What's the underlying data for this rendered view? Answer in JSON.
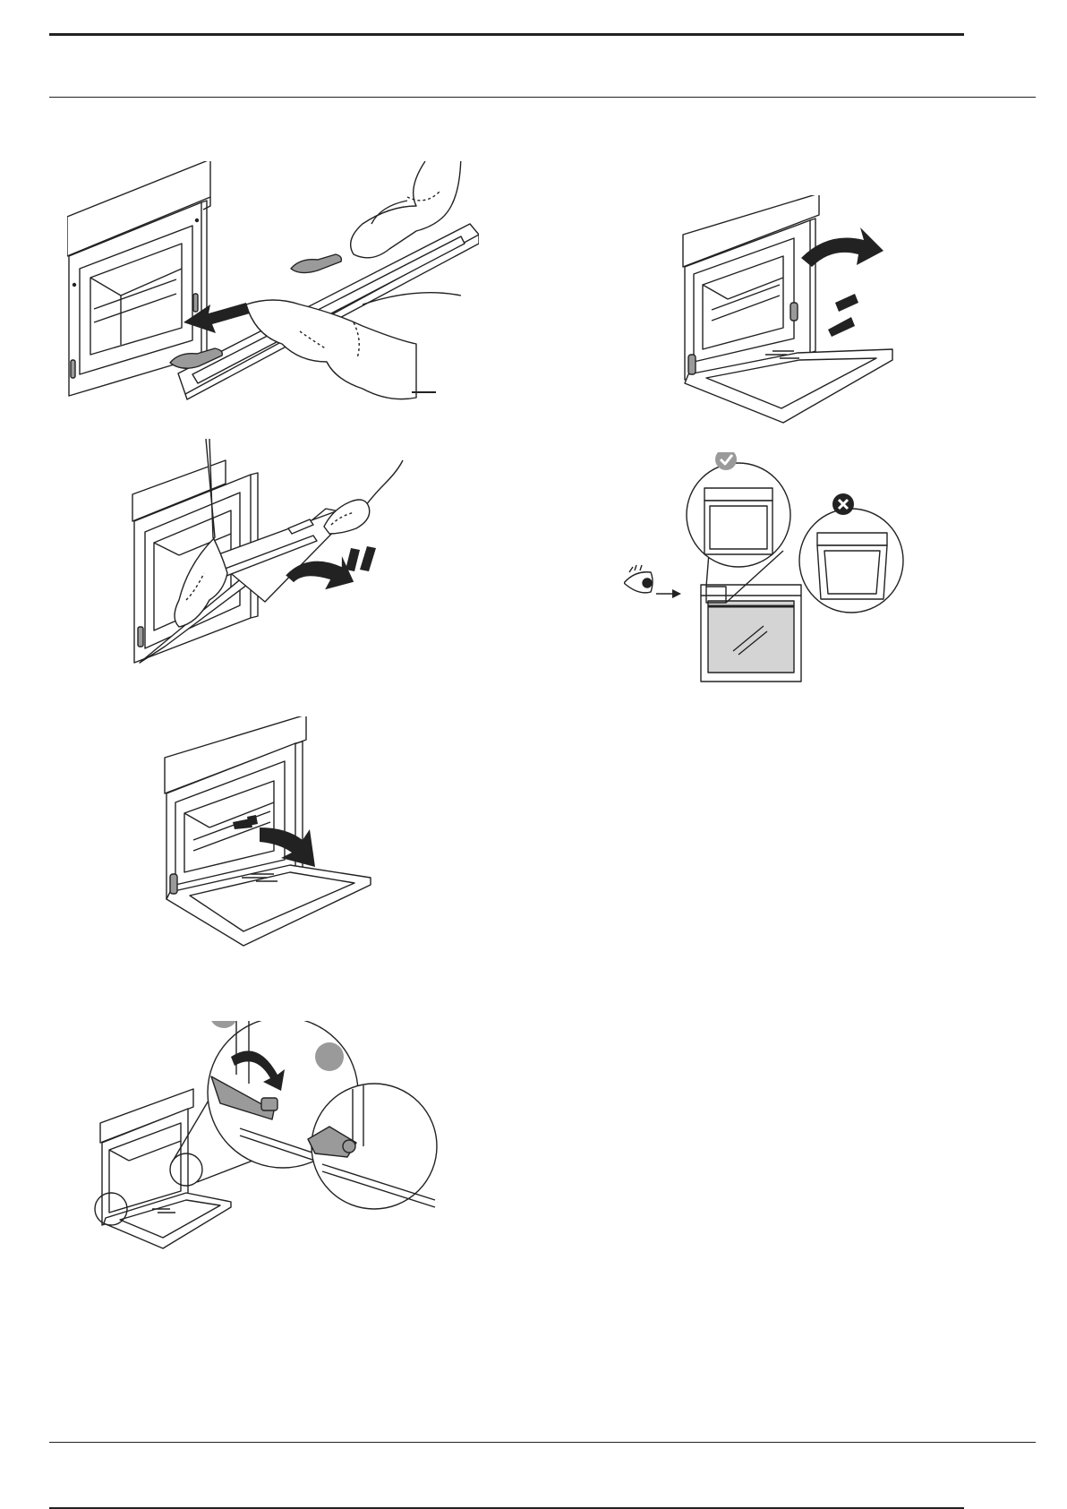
{
  "page": {
    "background": "#ffffff",
    "line_color": "#222222",
    "gray_fill": "#9a9a9a",
    "light_gray_fill": "#d4d4d4"
  },
  "figures": [
    {
      "id": "remove-door-glass-panel",
      "icons": [
        "glove-hand-icon",
        "arrow-left-icon"
      ]
    },
    {
      "id": "reinsert-door-glass-panel",
      "icons": [
        "glove-hand-icon",
        "curved-arrow-icon"
      ]
    },
    {
      "id": "close-oven-door",
      "icons": [
        "curved-arrow-down-icon"
      ]
    },
    {
      "id": "hinge-levers",
      "icons": [
        "hinge-lever-icon",
        "step-marker-icon"
      ],
      "markers": [
        "",
        ""
      ]
    },
    {
      "id": "lift-oven-door",
      "icons": [
        "curved-arrow-up-icon"
      ]
    },
    {
      "id": "check-glass-position",
      "icons": [
        "eye-icon",
        "check-icon",
        "cross-icon",
        "magnifier-circle-icon"
      ]
    }
  ]
}
